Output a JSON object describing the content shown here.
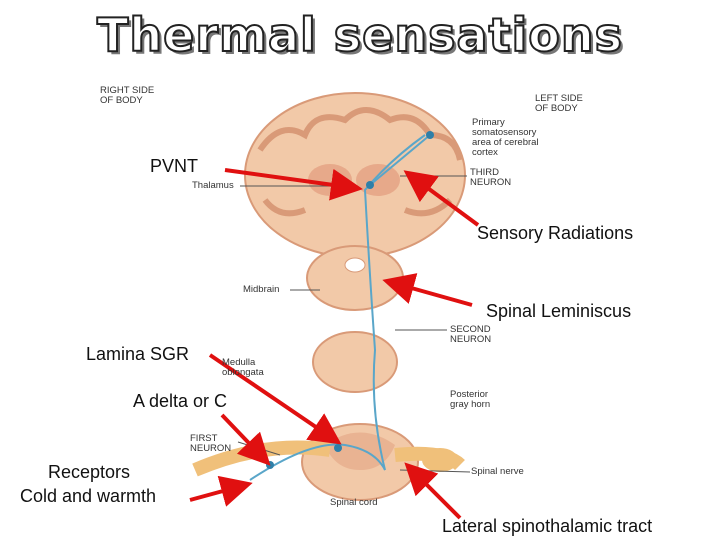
{
  "title": "Thermal sensations",
  "figure_labels": {
    "right_side": "RIGHT SIDE\nOF BODY",
    "left_side": "LEFT SIDE\nOF BODY",
    "primary_cortex": "Primary\nsomatosensory\narea of cerebral\ncortex",
    "thalamus": "Thalamus",
    "third_neuron": "THIRD\nNEURON",
    "midbrain": "Midbrain",
    "second_neuron": "SECOND\nNEURON",
    "medulla": "Medulla\noblongata",
    "posterior_horn": "Posterior\ngray horn",
    "first_neuron": "FIRST\nNEURON",
    "spinal_nerve": "Spinal nerve",
    "spinal_cord": "Spinal cord"
  },
  "callouts": {
    "pvnt": "PVNT",
    "sensory_radiations": "Sensory Radiations",
    "spinal_lemniscus": "Spinal Leminiscus",
    "lamina_sgr": "Lamina SGR",
    "a_delta_c": "A delta or C",
    "receptors_line1": "Receptors",
    "receptors_line2": "Cold and warmth",
    "lateral_tract": "Lateral  spinothalamic tract"
  },
  "colors": {
    "arrow": "#e01010",
    "tissue": "#f2c9a8",
    "tissue_dark": "#d99a78",
    "pathway": "#5aa6c9"
  }
}
